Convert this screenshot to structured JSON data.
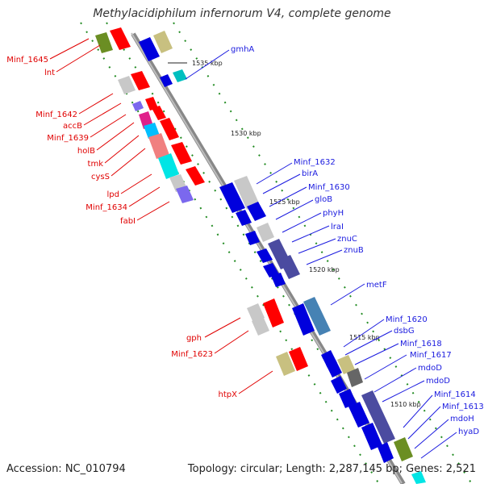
{
  "title": "Methylacidiphilum infernorum V4, complete genome",
  "accession": "Accession: NC_010794",
  "topology": "Topology: circular; Length: 2,287,145 bp; Genes: 2,521",
  "ticks": [
    "1535 kbp",
    "1530 kbp",
    "1525 kbp",
    "1520 kbp",
    "1515 kbp",
    "1510 kbp"
  ],
  "left_labels": [
    "Minf_1645",
    "lnt",
    "Minf_1642",
    "accB",
    "Minf_1639",
    "holB",
    "tmk",
    "cysS",
    "lpd",
    "Minf_1634",
    "fabI",
    "gph",
    "Minf_1623",
    "htpX"
  ],
  "right_labels": [
    "gmhA",
    "Minf_1632",
    "birA",
    "Minf_1630",
    "gloB",
    "phyH",
    "lraI",
    "znuC",
    "znuB",
    "metF",
    "Minf_1620",
    "dsbG",
    "Minf_1618",
    "Minf_1617",
    "mdoD",
    "mdoD",
    "Minf_1614",
    "Minf_1613",
    "mdoH",
    "hyaD"
  ],
  "colors": {
    "red": "#ff0000",
    "blue": "#0000dd",
    "light_gray": "#c8c8c8",
    "olive": "#6b8e23",
    "khaki": "#c8c080",
    "slate": "#4b4ba0",
    "steel": "#4682b4",
    "cyan": "#00e5e5",
    "magenta": "#e0208a",
    "pink": "#f08080",
    "purple": "#7b68ee",
    "dark_gray": "#666666",
    "backbone": "#999999",
    "dash": "#228b22"
  }
}
